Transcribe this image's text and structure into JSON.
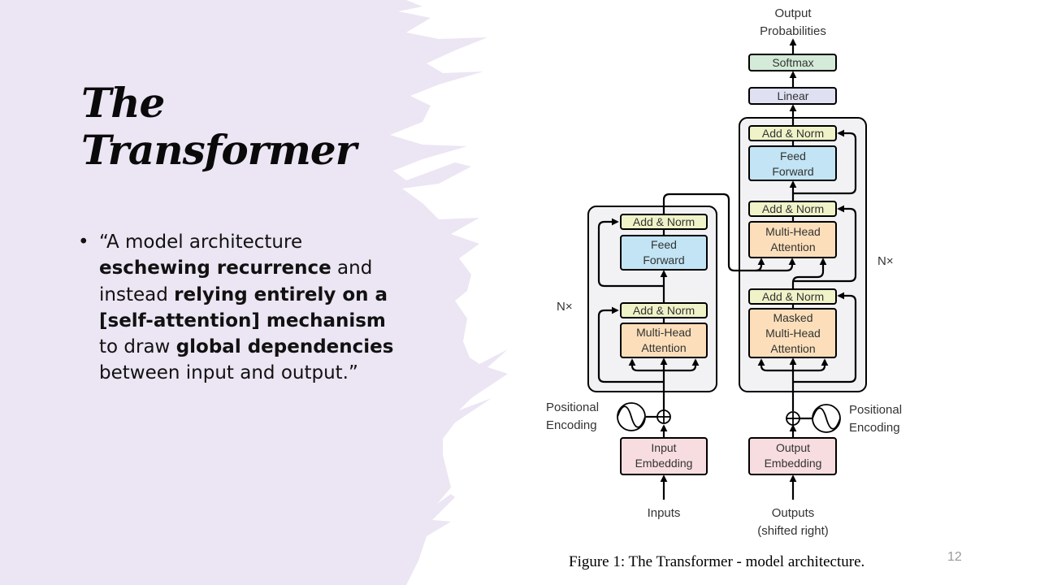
{
  "slide": {
    "title_lines": [
      "The",
      "Transformer"
    ],
    "bullet_symbol": "•",
    "quote_segments": [
      {
        "text": "“A model architecture ",
        "bold": false
      },
      {
        "text": "eschewing recurrence",
        "bold": true
      },
      {
        "text": " and instead ",
        "bold": false
      },
      {
        "text": "relying entirely on a [self-attention] mechanism",
        "bold": true
      },
      {
        "text": " to draw ",
        "bold": false
      },
      {
        "text": "global dependencies",
        "bold": true
      },
      {
        "text": " between input and output.”",
        "bold": false
      }
    ],
    "slide_number": "12",
    "background_color": "#ece5f3"
  },
  "figure": {
    "caption": "Figure 1: The Transformer - model architecture.",
    "labels": {
      "output_probabilities": [
        "Output",
        "Probabilities"
      ],
      "softmax": "Softmax",
      "linear": "Linear",
      "add_norm": "Add & Norm",
      "feed_forward": [
        "Feed",
        "Forward"
      ],
      "multi_head_attention": [
        "Multi-Head",
        "Attention"
      ],
      "masked_multi_head_attention": [
        "Masked",
        "Multi-Head",
        "Attention"
      ],
      "nx": "N×",
      "positional_encoding": [
        "Positional",
        "Encoding"
      ],
      "input_embedding": [
        "Input",
        "Embedding"
      ],
      "output_embedding": [
        "Output",
        "Embedding"
      ],
      "inputs": "Inputs",
      "outputs": [
        "Outputs",
        "(shifted right)"
      ]
    },
    "colors": {
      "softmax": "#d3ebd8",
      "linear": "#dfe0f2",
      "add_norm": "#f0f3c8",
      "feed_forward": "#c2e4f4",
      "attention": "#fcdfba",
      "embedding": "#f8dde0",
      "stack": "#f2f2f4"
    }
  }
}
